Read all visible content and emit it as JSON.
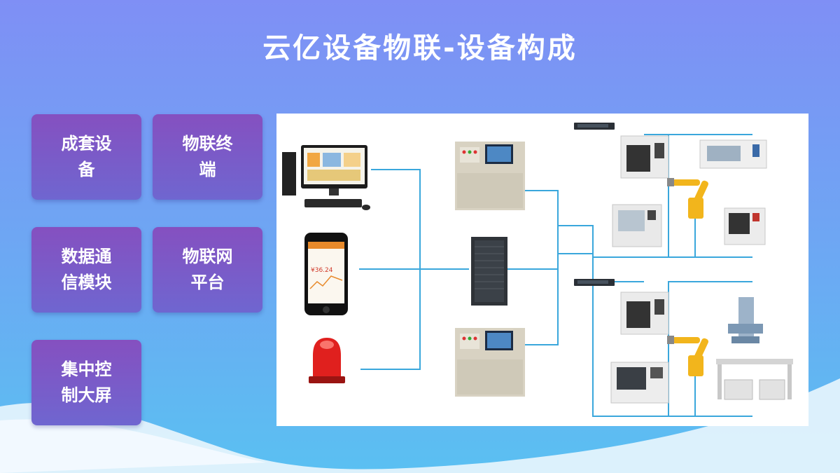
{
  "header": {
    "title": "云亿设备物联-设备构成"
  },
  "tiles": [
    {
      "label": "成套设备"
    },
    {
      "label": "物联终端"
    },
    {
      "label": "数据通信模块"
    },
    {
      "label": "物联网平台"
    },
    {
      "label": "集中控制大屏"
    }
  ],
  "diagram": {
    "phone_screen_value": "¥36.24",
    "colors": {
      "line": "#3aa7dc",
      "robot": "#f2b51c",
      "alarm": "#e0201e",
      "machine": "#e9e9e9",
      "cabinet": "#cfc9b8",
      "rack": "#2f3338"
    }
  }
}
